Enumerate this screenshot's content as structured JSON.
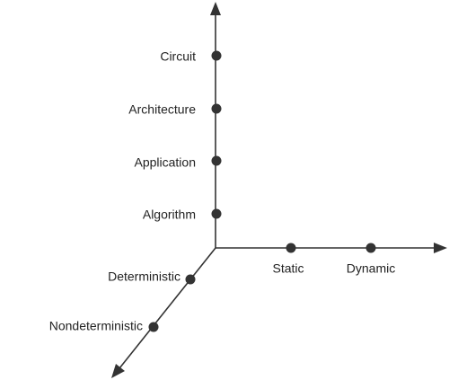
{
  "diagram": {
    "vertical_axis": {
      "points": [
        {
          "label": "Circuit"
        },
        {
          "label": "Architecture"
        },
        {
          "label": "Application"
        },
        {
          "label": "Algorithm"
        }
      ]
    },
    "horizontal_axis": {
      "points": [
        {
          "label": "Static"
        },
        {
          "label": "Dynamic"
        }
      ]
    },
    "diagonal_axis": {
      "points": [
        {
          "label": "Deterministic"
        },
        {
          "label": "Nondeterministic"
        }
      ]
    },
    "colors": {
      "line": "#333333",
      "text": "#222222",
      "background": "#ffffff"
    }
  }
}
